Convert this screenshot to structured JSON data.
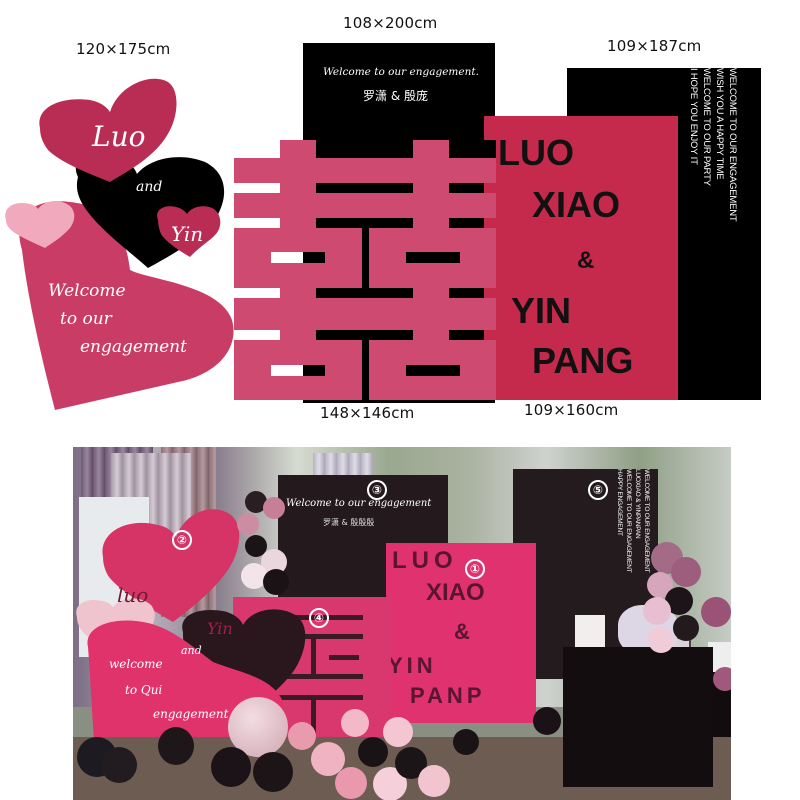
{
  "dimensions": {
    "hearts_panel": "120×175cm",
    "black_welcome_panel": "108×200cm",
    "black_text_panel": "109×187cm",
    "xi_panel": "148×146cm",
    "names_panel": "109×160cm"
  },
  "hearts": {
    "luo": "Luo",
    "and": "and",
    "yin": "Yin",
    "welcome_lines": [
      "Welcome",
      "to our",
      "engagement"
    ]
  },
  "welcome_panel": {
    "script": "Welcome to our engagement.",
    "chinese_names": "罗潇 & 殷庞"
  },
  "text_panel": {
    "lines": [
      "WELCOME TO OUR ENGAGEMENT",
      "WISH YOU A HAPPY TIME",
      "WELCOME TO OUR PARTY",
      "I HOPE YOU ENJOY IT"
    ]
  },
  "names_panel": {
    "lines": [
      "LUO",
      "XIAO",
      "&",
      "YIN",
      "PANG"
    ]
  },
  "photo": {
    "badges": [
      "①",
      "②",
      "③",
      "④",
      "⑤"
    ],
    "welcome_script": "Welcome to our engagement",
    "chinese_names": "罗潇 & 殷殷殷",
    "heart_luo": "luo",
    "heart_and": "and",
    "heart_yin": "Yin",
    "heart_welcome": [
      "welcome",
      "to Qui",
      "engagement"
    ],
    "names": [
      "LUO",
      "XIAO",
      "&",
      "YIN",
      "PANP"
    ],
    "vertical_text": [
      "WELCOME TO OUR ENGAGEMENT",
      "LUOXIAO & YINPANPAN",
      "WELCOME TO OUR ENGAGEMENT",
      "HAPPY ENGAGEMENT"
    ]
  },
  "colors": {
    "heart_crimson": "#b92d55",
    "heart_pink": "#c93c65",
    "heart_light": "#f0a9bd",
    "xi_pink": "#cf4a70",
    "names_red": "#c52a4d",
    "black": "#000000"
  }
}
